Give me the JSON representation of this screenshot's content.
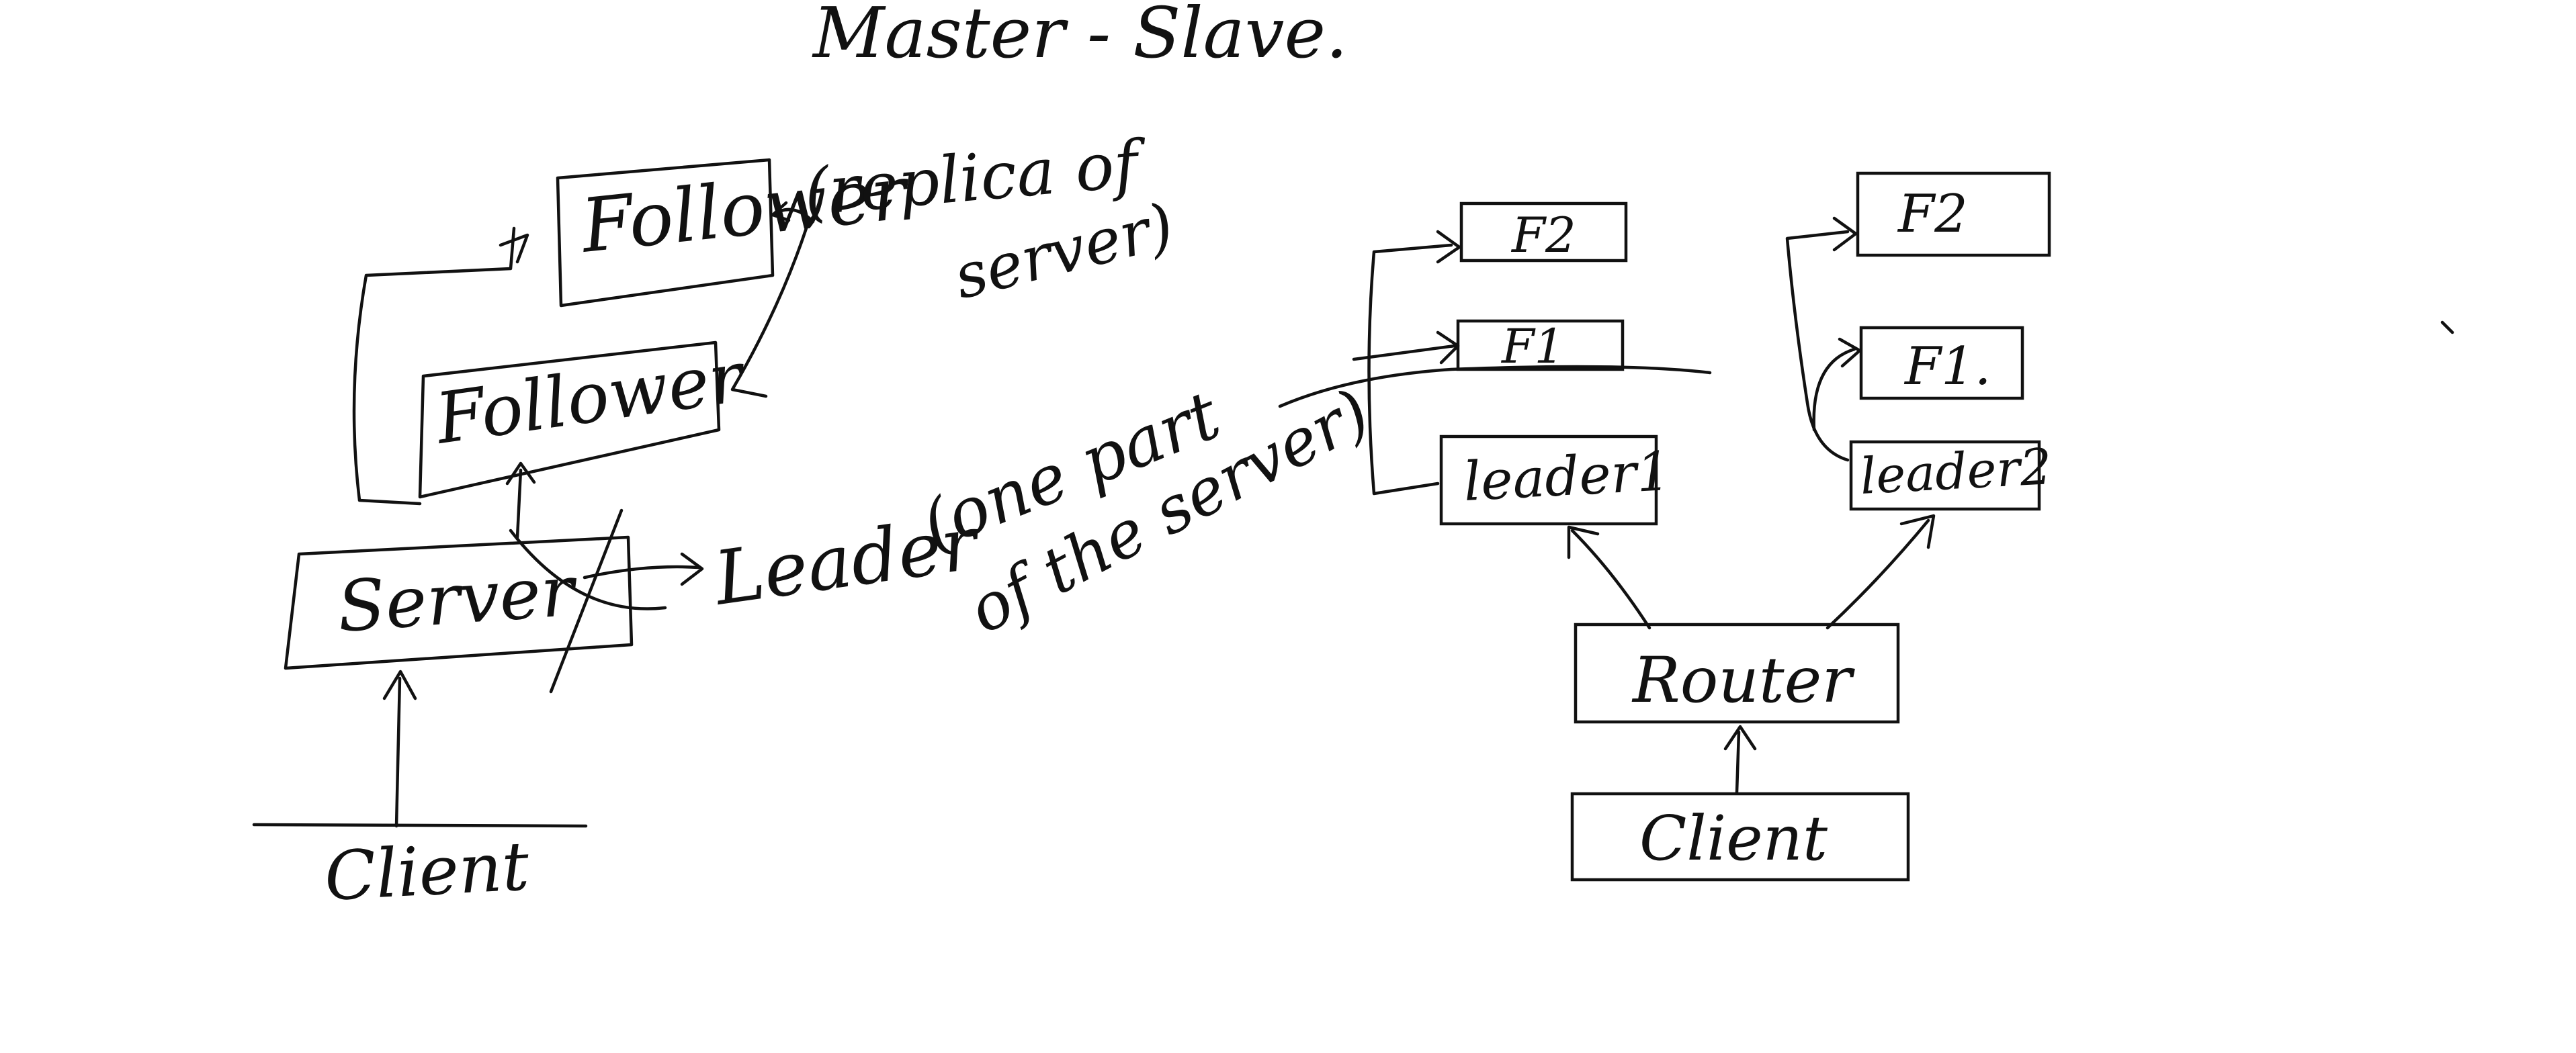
{
  "title": "Master - Slave.",
  "left_diagram": {
    "follower_top": "Follower",
    "follower_top_note_line1": "(replica of",
    "follower_top_note_line2": "server)",
    "follower_mid": "Follower",
    "server": "Server",
    "leader_label": "Leader",
    "leader_note_line1": "(one part",
    "leader_note_line2": "of the server)",
    "client": "Client"
  },
  "right_diagram": {
    "group1": {
      "f2": "F2",
      "f1": "F1",
      "leader": "leader1"
    },
    "group2": {
      "f2": "F2",
      "f1": "F1.",
      "leader": "leader2"
    },
    "router": "Router",
    "client": "Client"
  }
}
